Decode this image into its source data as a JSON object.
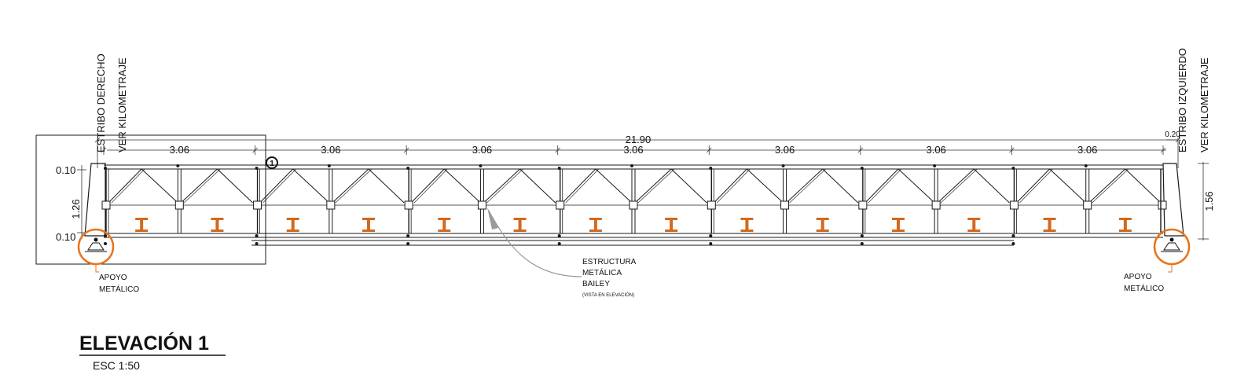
{
  "drawing": {
    "title": "ELEVACIÓN 1",
    "scale": "ESC  1:50",
    "section_marker": "1"
  },
  "labels": {
    "right_abutment": "ESTRIBO  DERECHO",
    "right_kilometraje": "VER  KILOMETRAJE",
    "left_abutment": "ESTRIBO  IZQUIERDO",
    "left_kilometraje": "VER  KILOMETRAJE",
    "support_left_line1": "APOYO",
    "support_left_line2": "METÁLICO",
    "support_right_line1": "APOYO",
    "support_right_line2": "METÁLICO",
    "structure_line1": "ESTRUCTURA",
    "structure_line2": "METÁLICA",
    "structure_line3": "BAILEY",
    "structure_note": "(VISTA EN ELEVACIÓN)"
  },
  "dimensions": {
    "total_span": "21.90",
    "panels": [
      "3.06",
      "3.06",
      "3.06",
      "3.06",
      "3.06",
      "3.06",
      "3.06"
    ],
    "end_gap": "0.20",
    "top_flange": "0.10",
    "truss_height": "1.26",
    "bottom_flange": "0.10",
    "overall_height": "1.56"
  },
  "colors": {
    "line": "#1a1a1a",
    "support_circle": "#e8741e",
    "beam_section": "#d2691e",
    "leader": "#9a9a9a"
  }
}
